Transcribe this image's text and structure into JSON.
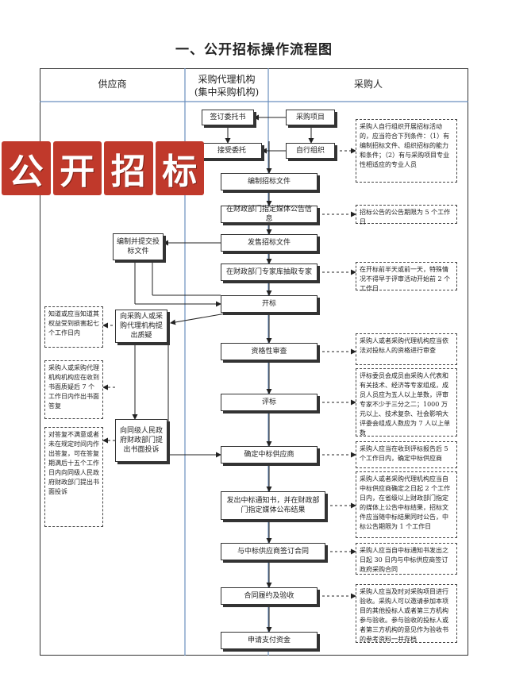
{
  "title": "一、公开招标操作流程图",
  "columns": {
    "supplier": "供应商",
    "agency_line1": "采购代理机构",
    "agency_line2": "(集中采购机构)",
    "purchaser": "采购人"
  },
  "stamp": [
    "公",
    "开",
    "招",
    "标"
  ],
  "boxes": {
    "sign": "签订委托书",
    "project": "采购项目",
    "accept": "接受委托",
    "self": "自行组织",
    "compile": "编制招标文件",
    "publish": "在财政部门指定媒体公告信息",
    "sell": "发售招标文件",
    "prepare": "编制并提交投标文件",
    "experts": "在财政部门专家库抽取专家",
    "open": "开标",
    "query": "向采购人或采购代理机构提出质疑",
    "qualify": "资格性审查",
    "complain": "向同级人民政府财政部门提出书面投诉",
    "evaluate": "评标",
    "confirm": "确定中标供应商",
    "notice": "发出中标通知书，并在财政部门指定媒体公布结果",
    "contract": "与中标供应商签订合同",
    "perform": "合同履约及验收",
    "payment": "申请支付资金"
  },
  "notes": {
    "self_cond": "采购人自行组织开展招标活动的，应当符合下列条件：（1）有编制招标文件、组织招标的能力和条件；（2）有与采购项目专业性相适应的专业人员",
    "announce": "招标公告的公告期限为 5 个工作日",
    "expert_time": "在开标前半天或前一天，特殊情况不得早于评审活动开始前 2 个工作日",
    "query_time": "知道或应当知道其权益受到损害起七个工作日内",
    "reply_time": "采购人或采购代理机构机构应在收到书面质疑后 7 个工作日内作出书面答复",
    "complain_time": "对答复不满意或者未在规定时间内作出答复，可在答复期满后十五个工作日内向同级人民政府财政部门提出书面投诉",
    "qualify_note": "采购人或者采购代理机构应当依法对投标人的资格进行审查",
    "eval_note": "评标委员会成员由采购人代表和有关技术、经济等专家组成，成员人员应为五人以上单数，评审专家不少于三分之二；1000 万元以上、技术复杂、社会影响大评委会组成人数应为 7 人以上单数",
    "confirm_note": "采购人应当在收到评标报告后 5 个工作日内，确定中标供应商",
    "notice_note": "采购人或者采购代理机构应当自中标供应商确定之日起 2 个工作日内，在省级以上财政部门指定的媒体上公告中标结果，招标文件应当随中标结果同时公告，中标公告期限为 1 个工作日",
    "contract_note": "采购人应当自中标通知书发出之日起 30 日内与中标供应商签订政府采购合同",
    "perform_note": "采购人应当及时对采购项目进行验收。采购人可以邀请参加本项目的其他投标人或者第三方机构参与验收。参与验收的投标人或者第三方机构的意见作为验收书的参考资料一并存档"
  }
}
